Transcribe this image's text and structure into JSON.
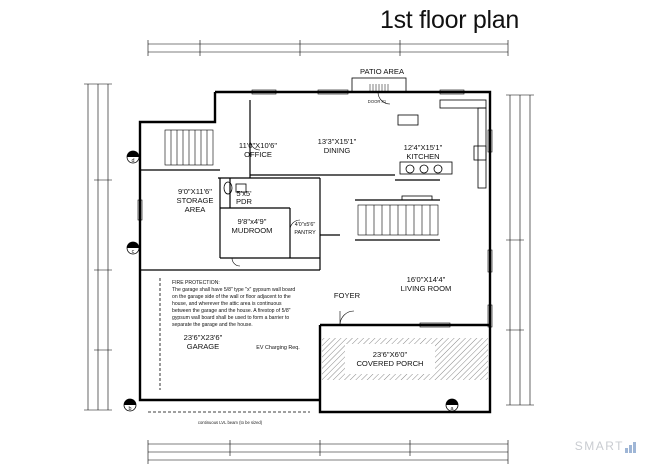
{
  "title": "1st floor plan",
  "labels": {
    "patio": "PATIO AREA",
    "office": [
      "11'0\"X10'6\"",
      "OFFICE"
    ],
    "dining": [
      "13'3\"X15'1\"",
      "DINING"
    ],
    "kitchen": [
      "12'4\"X15'1\"",
      "KITCHEN"
    ],
    "storage": [
      "9'0\"X11'6\"",
      "STORAGE",
      "AREA"
    ],
    "pdr": [
      "5'x5'",
      "PDR"
    ],
    "mudroom": [
      "9'8\"x4'9\"",
      "MUDROOM"
    ],
    "pantry": [
      "4'0\"x5'6\"",
      "PANTRY"
    ],
    "living": [
      "16'0\"X14'4\"",
      "LIVING ROOM"
    ],
    "foyer": "FOYER",
    "garage": [
      "23'6\"X23'6\"",
      "GARAGE"
    ],
    "porch": [
      "23'6\"X6'0\"",
      "COVERED PORCH"
    ],
    "ev": "EV Charging Req.",
    "fire_protection": [
      "FIRE PROTECTION:",
      "The garage shall have 5/8\" type \"x\" gypsum wall board",
      "on the garage side of the wall or floor adjacent to the",
      "house, and wherever the attic area is continuous",
      "between the garage and the house. A firestop of 5/8\"",
      "gypsum wall board shall be used to form a barrier to",
      "separate the garage and the house."
    ],
    "beam": "continuous LVL beam (to be sized)",
    "door_note": "DOOR #1",
    "sections": [
      "d",
      "c",
      "b",
      "a"
    ]
  },
  "watermark": "SMART"
}
